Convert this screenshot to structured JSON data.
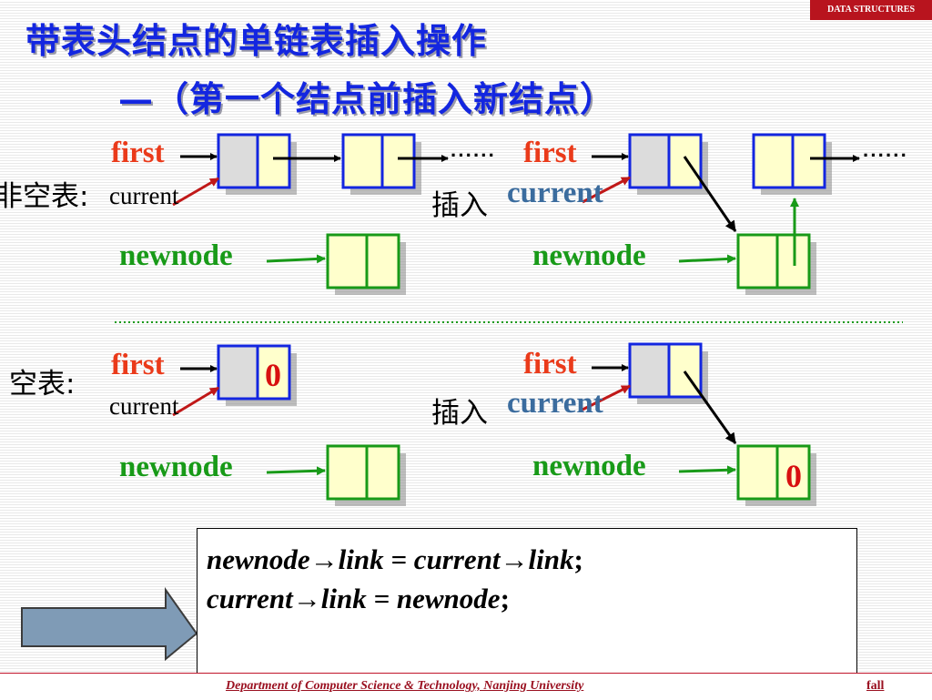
{
  "badge": "DATA STRUCTURES",
  "title": {
    "line1": "带表头结点的单链表插入操作",
    "line2": "—（第一个结点前插入新结点）"
  },
  "labels": {
    "first": "first",
    "current": "current",
    "newnode": "newnode",
    "nonempty": "非空表:",
    "empty": "空表:",
    "insert": "插入",
    "ellipsis": "······",
    "null_value": "0"
  },
  "code": {
    "line1": "newnode→link = current→link",
    "line2": "current→link = newnode",
    "terminator": ";"
  },
  "footer": {
    "department": "Department of Computer Science & Technology,  Nanjing University",
    "term": "fall"
  },
  "colors": {
    "title": "#1326e0",
    "first": "#ea3a1a",
    "current_bold": "#3b6c9e",
    "newnode": "#189a18",
    "node_fill": "#ffffcc",
    "head_fill": "#dcdcdc",
    "separator": "#189a18",
    "null": "#d81010"
  }
}
